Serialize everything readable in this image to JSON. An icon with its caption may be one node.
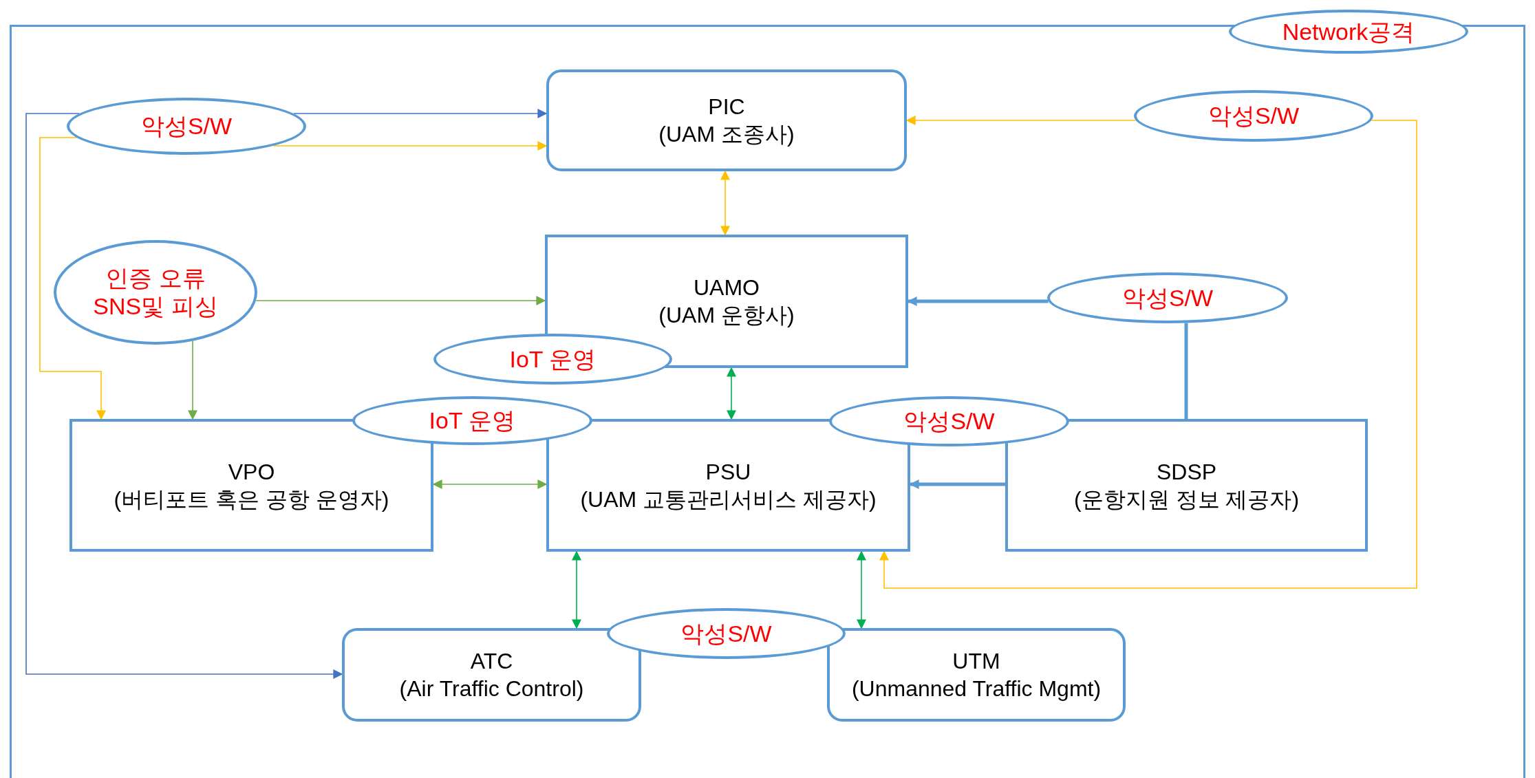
{
  "diagram": {
    "nodes": [
      {
        "text": [
          "Network공격"
        ]
      },
      {
        "text": [
          "악성S/W"
        ]
      },
      {
        "text": [
          "PIC",
          "(UAM 조종사)"
        ]
      },
      {
        "text": [
          "악성S/W"
        ]
      },
      {
        "text": [
          "인증 오류",
          "SNS및 피싱"
        ]
      },
      {
        "text": [
          "UAMO",
          "(UAM 운항사)"
        ]
      },
      {
        "text": [
          "악성S/W"
        ]
      },
      {
        "text": [
          "IoT 운영"
        ]
      },
      {
        "text": [
          "IoT 운영"
        ]
      },
      {
        "text": [
          "악성S/W"
        ]
      },
      {
        "text": [
          "VPO",
          "(버티포트 혹은 공항 운영자)"
        ]
      },
      {
        "text": [
          "PSU",
          "(UAM 교통관리서비스 제공자)"
        ]
      },
      {
        "text": [
          "SDSP",
          "(운항지원 정보 제공자)"
        ]
      },
      {
        "text": [
          "악성S/W"
        ]
      },
      {
        "text": [
          "ATC",
          "(Air Traffic Control)"
        ]
      },
      {
        "text": [
          "UTM",
          "(Unmanned Traffic Mgmt)"
        ]
      }
    ],
    "edges": [
      {
        "from": 1,
        "to": 2,
        "arrow": "to",
        "color": "#4472c4"
      },
      {
        "from": 1,
        "to": 14,
        "arrow": "to",
        "color": "#4472c4"
      },
      {
        "from": 1,
        "to": 2,
        "arrow": "to",
        "color": "#ffc000"
      },
      {
        "from": 1,
        "to": 10,
        "arrow": "to",
        "color": "#ffc000"
      },
      {
        "from": 4,
        "to": 5,
        "arrow": "to",
        "color": "#70ad47"
      },
      {
        "from": 4,
        "to": 10,
        "arrow": "to",
        "color": "#70ad47"
      },
      {
        "from": 2,
        "to": 5,
        "arrow": "both",
        "color": "#ffc000"
      },
      {
        "from": 3,
        "to": 2,
        "arrow": "to",
        "color": "#ffc000"
      },
      {
        "from": 3,
        "to": 11,
        "arrow": "to",
        "color": "#ffc000"
      },
      {
        "from": 6,
        "to": 5,
        "arrow": "to",
        "style": "thick",
        "color": "#5b9bd5"
      },
      {
        "from": 6,
        "to": 12,
        "arrow": "none",
        "style": "thick",
        "color": "#5b9bd5"
      },
      {
        "from": 5,
        "to": 11,
        "arrow": "both",
        "color": "#00b050"
      },
      {
        "from": 10,
        "to": 11,
        "arrow": "both",
        "color": "#70ad47"
      },
      {
        "from": 12,
        "to": 11,
        "arrow": "to",
        "style": "thick",
        "color": "#5b9bd5"
      },
      {
        "from": 11,
        "to": 14,
        "arrow": "both",
        "color": "#00b050"
      },
      {
        "from": 11,
        "to": 15,
        "arrow": "both",
        "color": "#00b050"
      }
    ]
  }
}
